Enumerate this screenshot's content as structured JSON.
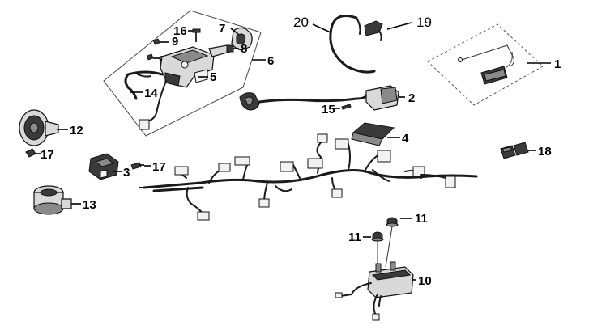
{
  "labels": {
    "p1": "1",
    "p2": "2",
    "p3": "3",
    "p4": "4",
    "p5": "5",
    "p6": "6",
    "p7": "7",
    "p8": "8",
    "p9a": "9",
    "p9b": "9",
    "p10": "10",
    "p11a": "11",
    "p11b": "11",
    "p12": "12",
    "p13": "13",
    "p14": "14",
    "p15": "15",
    "p16": "16",
    "p17a": "17",
    "p17b": "17",
    "p18": "18",
    "p19": "19",
    "p20": "20"
  }
}
